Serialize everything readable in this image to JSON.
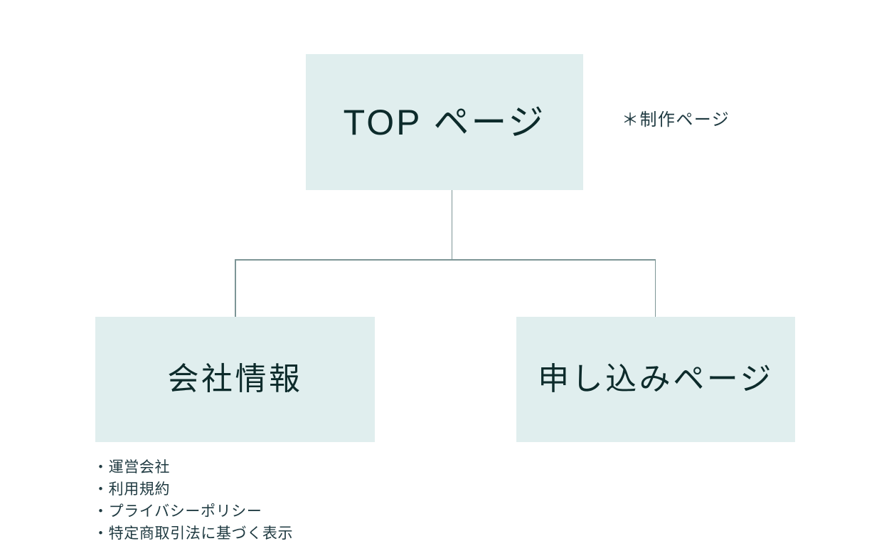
{
  "diagram": {
    "type": "site-map-tree",
    "background_color": "#ffffff",
    "box_fill_color": "#e0eeee",
    "box_text_color": "#0d2b2b",
    "line_color": "#7d9596",
    "body_text_color": "#1f3a41",
    "nodes": {
      "root": {
        "label": "TOP ページ"
      },
      "children": [
        {
          "label": "会社情報"
        },
        {
          "label": "申し込みページ"
        }
      ]
    },
    "annotation": {
      "text": "＊制作ページ"
    },
    "company_subpages": {
      "items": [
        "・運営会社",
        "・利用規約",
        "・プライバシーポリシー",
        "・特定商取引法に基づく表示"
      ]
    }
  }
}
